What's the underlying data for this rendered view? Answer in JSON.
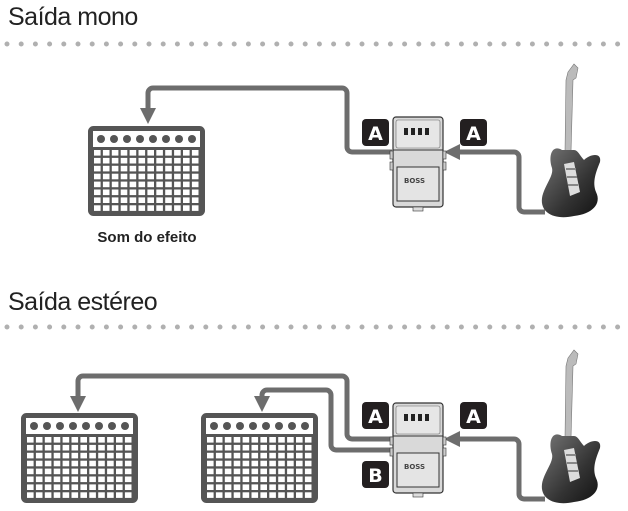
{
  "sections": [
    {
      "title": "Saída mono",
      "caption": "Som do efeito",
      "pedal_labels": {
        "output_a": "A",
        "input_a": "A"
      }
    },
    {
      "title": "Saída estéreo",
      "pedal_labels": {
        "output_a": "A",
        "output_b": "B",
        "input_a": "A"
      }
    }
  ],
  "pedal_brand": "BOSS",
  "colors": {
    "cable": "#6d6d6d",
    "dots": "#b0b0b0",
    "label_bg": "#231f20",
    "amp": "#555555"
  }
}
